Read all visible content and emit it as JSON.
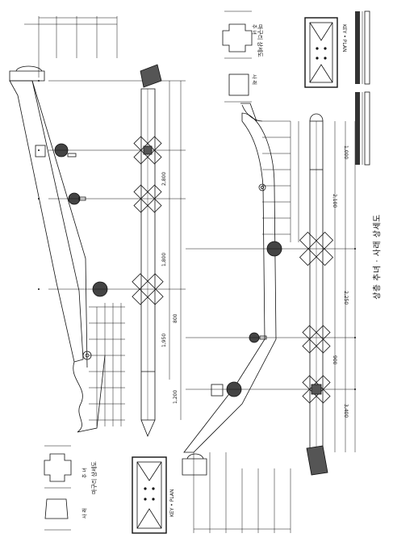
{
  "sheet": {
    "main_title": "상층 추녀 · 사래 상세도",
    "detail_title_top": "마구리 상세도",
    "detail_title_bottom": "마구리 상세도",
    "label_chunyeo_top": "추 녀",
    "label_sarae_top": "사 래",
    "label_chunyeo_bottom": "추 녀",
    "label_sarae_bottom": "사 래",
    "key_plan_top": "KEY • PLAN",
    "key_plan_bottom": "KEY • PLAN",
    "dimension_notes": [
      "2,800",
      "1,800",
      "1,950",
      "1,200",
      "800",
      "1,000",
      "2,250",
      "3,400",
      "2,100",
      "900"
    ]
  }
}
